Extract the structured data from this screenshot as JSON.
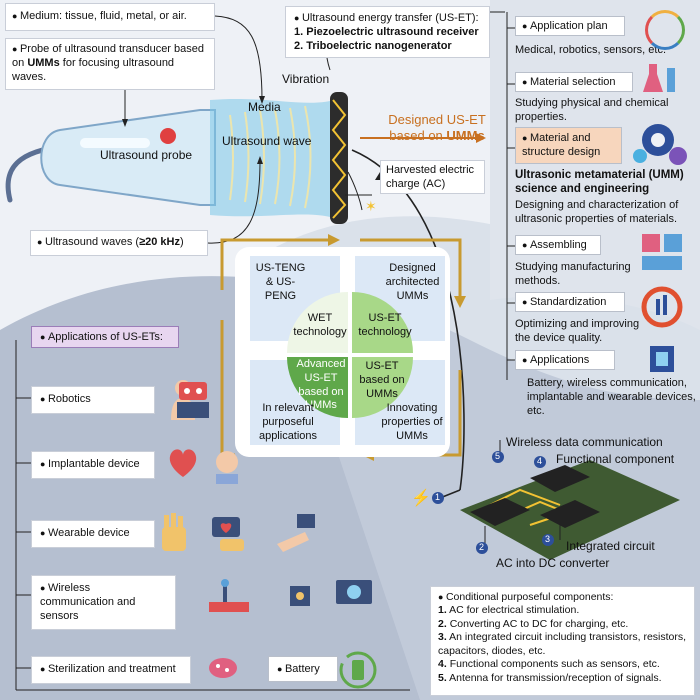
{
  "top_left": {
    "medium": "Medium: tissue, fluid, metal, or air.",
    "probe_desc_pre": "Probe of ultrasound transducer based on",
    "probe_desc_bold": "UMMs",
    "probe_desc_post": "for focusing ultrasound waves.",
    "waves_pre": "Ultrasound waves (",
    "waves_bold": "≥20 kHz",
    "waves_post": ")",
    "probe_label": "Ultrasound probe",
    "media_label": "Media",
    "wave_label": "Ultrasound wave",
    "vibration_label": "Vibration"
  },
  "usert": {
    "title": "Ultrasound energy transfer (US-ET):",
    "item1": "1. Piezoelectric ultrasound receiver",
    "item2": "2. Triboelectric nanogenerator",
    "designed_line1": "Designed US-ET",
    "designed_pre": "based on",
    "designed_bold": "UMMs",
    "harvested_line1": "Harvested electric",
    "harvested_line2": "charge (AC)"
  },
  "right_panel": {
    "application_plan": "Application plan",
    "application_plan_desc": "Medical, robotics, sensors, etc.",
    "material_selection": "Material selection",
    "material_selection_desc": "Studying physical and chemical properties.",
    "material_structure": "Material and structure design",
    "umm_title": "Ultrasonic metamaterial (UMM) science and engineering",
    "umm_desc": "Designing and characterization of ultrasonic properties of materials.",
    "assembling": "Assembling",
    "assembling_desc": "Studying manufacturing methods.",
    "standardization": "Standardization",
    "standardization_desc": "Optimizing and improving the device quality.",
    "applications": "Applications",
    "applications_desc": "Battery, wireless communication, implantable and wearable devices, etc."
  },
  "center": {
    "q1_tl": "US-TENG & US-PENG",
    "q1_tr": "Designed architected UMMs",
    "wet": "WET technology",
    "uset": "US-ET technology",
    "advanced": "Advanced US-ET based on UMMs",
    "uset_umm": "US-ET based on UMMs",
    "relevant": "In relevant purposeful applications",
    "innovating": "Innovating properties of UMMs"
  },
  "apps": {
    "header": "Applications of US-ETs:",
    "robotics": "Robotics",
    "implantable": "Implantable device",
    "wearable": "Wearable device",
    "wireless": "Wireless communication and sensors",
    "sterilization": "Sterilization and treatment",
    "battery": "Battery"
  },
  "circuit": {
    "wireless": "Wireless data communication",
    "functional": "Functional component",
    "integrated": "Integrated circuit",
    "acdc": "AC into DC converter",
    "n1": "1",
    "n2": "2",
    "n3": "3",
    "n4": "4",
    "n5": "5"
  },
  "conditional": {
    "title": "Conditional purposeful components:",
    "n1": "1.",
    "t1": "AC for electrical stimulation.",
    "n2": "2.",
    "t2": "Converting AC to DC for charging, etc.",
    "n3": "3.",
    "t3": "An integrated circuit including transistors, resistors, capacitors, diodes, etc.",
    "n4": "4.",
    "t4": "Functional components such as sensors, etc.",
    "n5": "5.",
    "t5": "Antenna for transmission/reception of signals."
  },
  "colors": {
    "orange": "#c87020",
    "green": "#5fa84a",
    "bluegray": "#a9b6cc",
    "navy": "#1f3b73",
    "pcb": "#3f5a32"
  }
}
